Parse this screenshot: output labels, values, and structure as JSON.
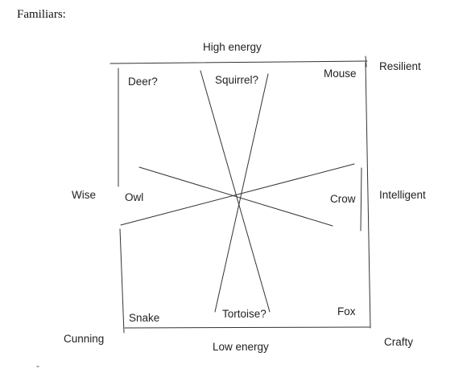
{
  "title": "Familiars:",
  "axes": {
    "top": "High energy",
    "bottom": "Low energy",
    "left": "Wise",
    "right": "Intelligent",
    "top_right": "Resilient",
    "bottom_left": "Cunning",
    "bottom_right": "Crafty"
  },
  "animals": {
    "deer": "Deer?",
    "squirrel": "Squirrel?",
    "mouse": "Mouse",
    "owl": "Owl",
    "crow": "Crow",
    "snake": "Snake",
    "tortoise": "Tortoise?",
    "fox": "Fox"
  },
  "footer_mark": "-",
  "colors": {
    "line": "#333333",
    "text": "#222222",
    "background": "#ffffff"
  }
}
